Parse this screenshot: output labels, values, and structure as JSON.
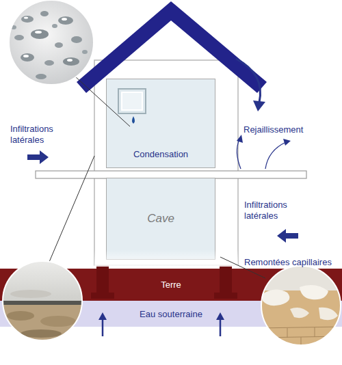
{
  "diagram": {
    "nodes": [
      {
        "text": [
          "Condensation"
        ]
      },
      {
        "text": [
          "Cave"
        ]
      },
      {
        "text": [
          "Terre"
        ]
      },
      {
        "text": [
          "Eau souterraine"
        ]
      }
    ],
    "labels": [
      "Infiltrations latérales",
      "Rejaillissement",
      "Infiltrations latérales",
      "Remontées capillaires"
    ]
  }
}
